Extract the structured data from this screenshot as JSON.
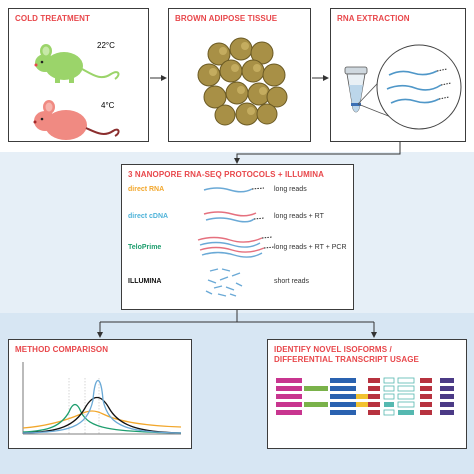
{
  "panels": {
    "cold": {
      "title": "COLD TREATMENT",
      "temp_warm": "22°C",
      "temp_cold": "4°C"
    },
    "bat": {
      "title": "BROWN ADIPOSE TISSUE"
    },
    "rna": {
      "title": "RNA EXTRACTION"
    },
    "protocols": {
      "title": "3 NANOPORE RNA-SEQ PROTOCOLS + ILLUMINA",
      "rows": [
        {
          "name": "direct RNA",
          "desc": "long reads",
          "color": "#f2a72c"
        },
        {
          "name": "direct cDNA",
          "desc": "long reads + RT",
          "color": "#4fb3d9"
        },
        {
          "name": "TeloPrime",
          "desc": "long reads + RT + PCR",
          "color": "#1e9e6e"
        },
        {
          "name": "ILLUMINA",
          "desc": "short reads",
          "color": "#111111"
        }
      ]
    },
    "method": {
      "title": "METHOD COMPARISON"
    },
    "isoforms": {
      "title_line1": "IDENTIFY NOVEL ISOFORMS /",
      "title_line2": "DIFFERENTIAL TRANSCRIPT USAGE"
    }
  },
  "colors": {
    "accent": "#e8474b",
    "mouse_warm": "#9bd46a",
    "mouse_cold": "#f08a82",
    "fat_cell": "#a89046",
    "rna_strand": "#4f97c8",
    "read_pink": "#e5707e",
    "read_blue": "#6aa9d6"
  }
}
